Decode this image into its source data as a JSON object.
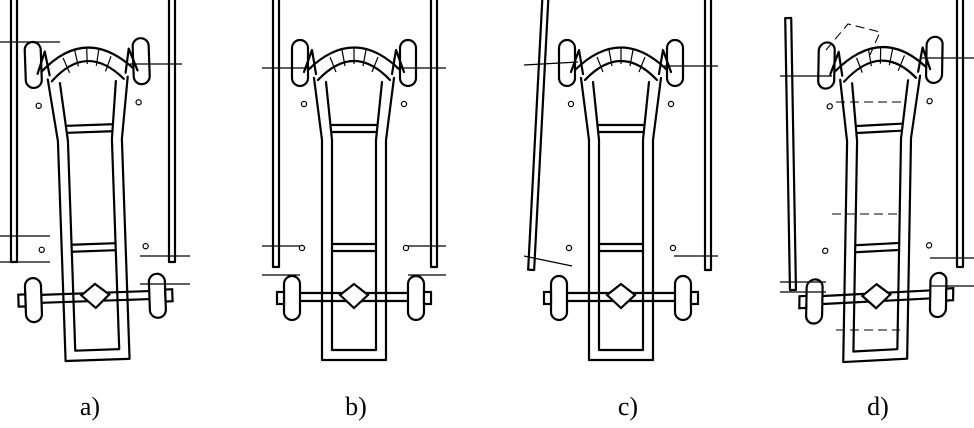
{
  "figure": {
    "panels": [
      {
        "id": "a",
        "label": "a)"
      },
      {
        "id": "b",
        "label": "b)"
      },
      {
        "id": "c",
        "label": "c)"
      },
      {
        "id": "d",
        "label": "d)"
      }
    ]
  }
}
